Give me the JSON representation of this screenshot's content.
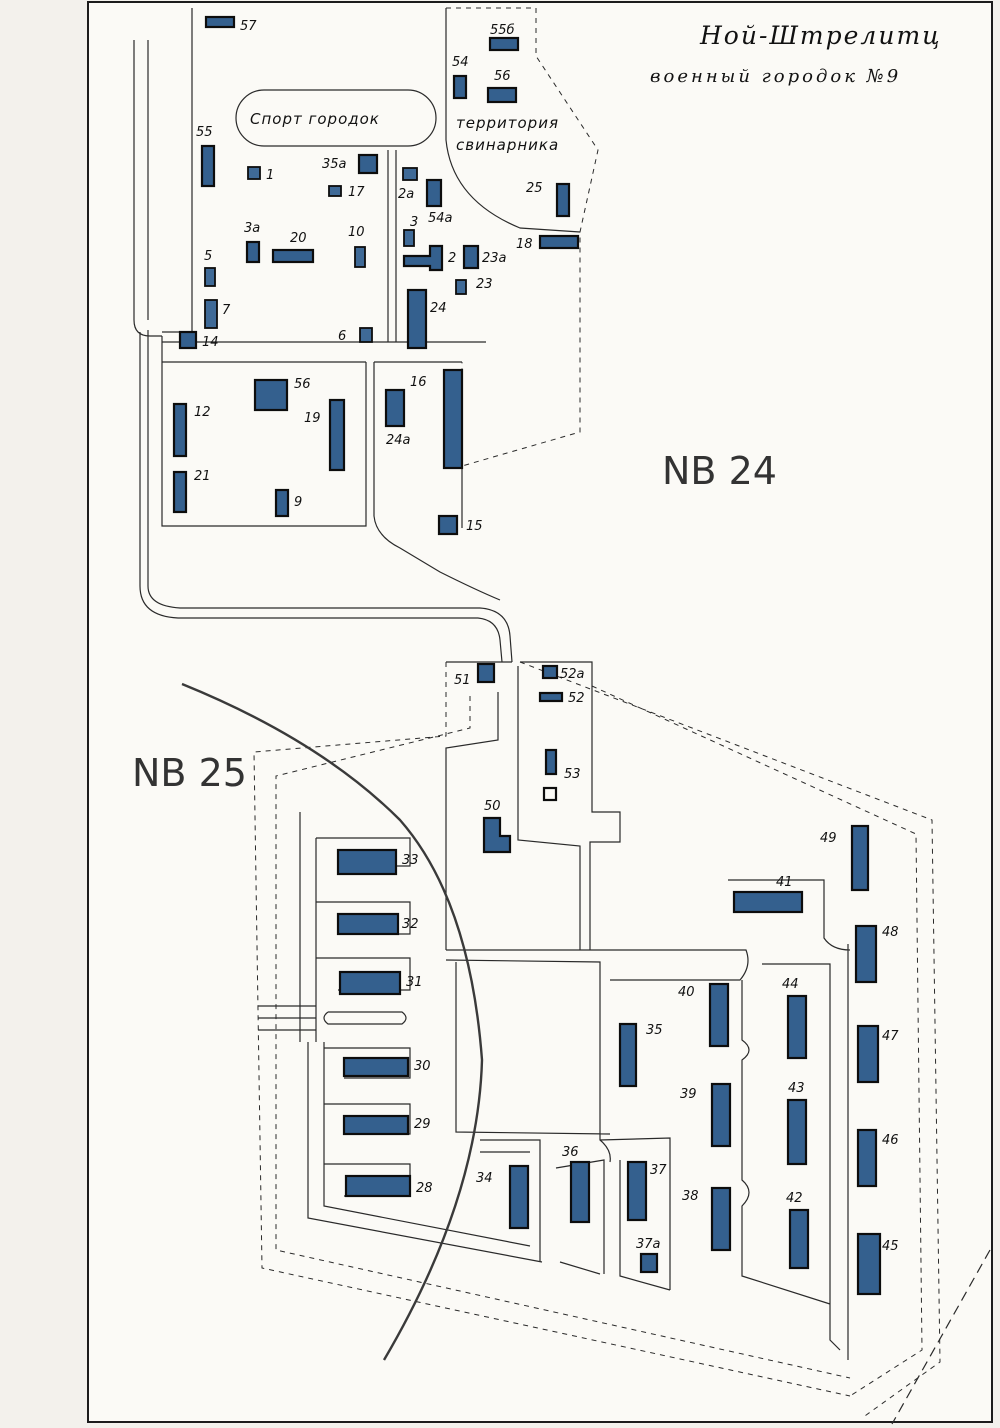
{
  "header": {
    "title": "Ной-Штрелитц",
    "subtitle": "военный городок №9"
  },
  "zones": {
    "sport": "Спорт городок",
    "territory_line1": "территория",
    "territory_line2": "свинарника",
    "nb24": "NB 24",
    "nb25": "NB 25"
  },
  "buildings": [
    "57",
    "55б",
    "54",
    "56",
    "55",
    "1",
    "35а",
    "17",
    "2а",
    "54а",
    "25",
    "3а",
    "20",
    "10",
    "3",
    "2",
    "23а",
    "18",
    "5",
    "23",
    "7",
    "24",
    "14",
    "6",
    "56",
    "16",
    "12",
    "19",
    "24а",
    "21",
    "9",
    "15",
    "51",
    "52а",
    "52",
    "53",
    "50",
    "49",
    "33",
    "41",
    "32",
    "48",
    "31",
    "40",
    "44",
    "35",
    "47",
    "30",
    "39",
    "43",
    "29",
    "46",
    "36",
    "37",
    "34",
    "38",
    "42",
    "28",
    "37а",
    "45"
  ],
  "colors": {
    "building_fill": "#34608e",
    "building_stroke": "#0d0d0d",
    "paper": "#fbfaf6"
  }
}
